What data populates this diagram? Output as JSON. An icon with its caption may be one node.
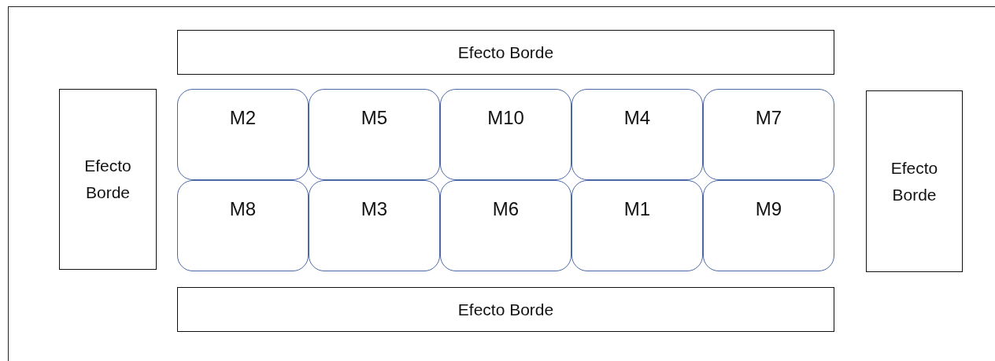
{
  "diagram": {
    "nodes": [
      {
        "text": [
          "Efecto Borde"
        ]
      },
      {
        "text": [
          "Efecto Borde"
        ]
      },
      {
        "text": [
          "M2"
        ]
      },
      {
        "text": [
          "M5"
        ]
      },
      {
        "text": [
          "M10"
        ]
      },
      {
        "text": [
          "M4"
        ]
      },
      {
        "text": [
          "M7"
        ]
      },
      {
        "text": [
          "Efecto Borde"
        ]
      },
      {
        "text": [
          "M8"
        ]
      },
      {
        "text": [
          "M3"
        ]
      },
      {
        "text": [
          "M6"
        ]
      },
      {
        "text": [
          "M1"
        ]
      },
      {
        "text": [
          "M9"
        ]
      },
      {
        "text": [
          "Efecto Borde"
        ]
      }
    ],
    "edges": []
  }
}
